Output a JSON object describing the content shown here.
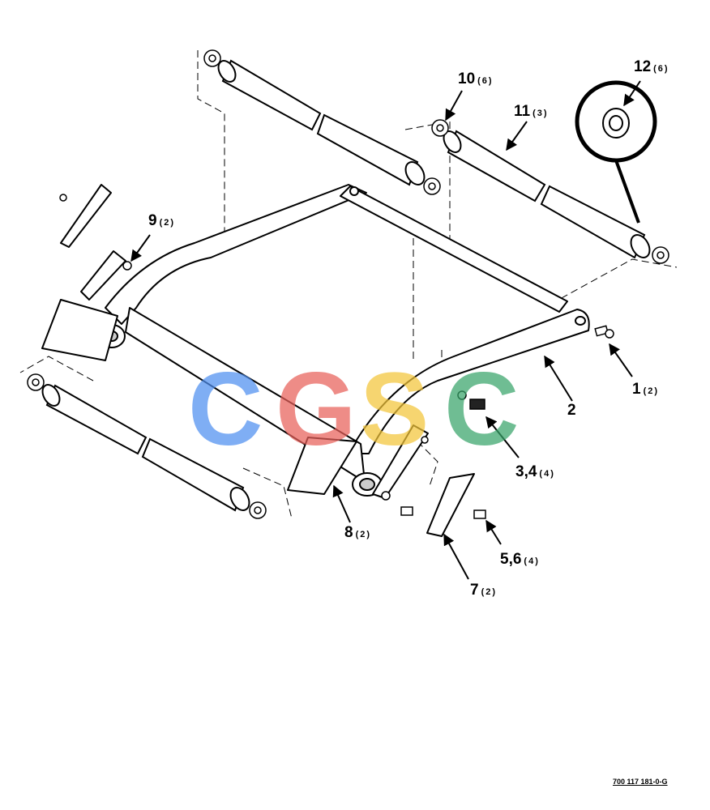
{
  "diagram": {
    "callouts": [
      {
        "id": "c12",
        "num": "12",
        "qty": "(6)"
      },
      {
        "id": "c10",
        "num": "10",
        "qty": "(6)"
      },
      {
        "id": "c11",
        "num": "11",
        "qty": "(3)"
      },
      {
        "id": "c9",
        "num": "9",
        "qty": "(2)"
      },
      {
        "id": "c1",
        "num": "1",
        "qty": "(2)"
      },
      {
        "id": "c2",
        "num": "2",
        "qty": ""
      },
      {
        "id": "c34",
        "num": "3,4",
        "qty": "(4)"
      },
      {
        "id": "c8",
        "num": "8",
        "qty": "(2)"
      },
      {
        "id": "c56",
        "num": "5,6",
        "qty": "(4)"
      },
      {
        "id": "c7",
        "num": "7",
        "qty": "(2)"
      }
    ],
    "drawing_number": "700 117 181-0-G",
    "watermark": {
      "letters": [
        "C",
        "G",
        "S",
        "C"
      ],
      "colors": [
        "#4f8ff0",
        "#e8605a",
        "#f3c53a",
        "#38a56a"
      ]
    }
  }
}
